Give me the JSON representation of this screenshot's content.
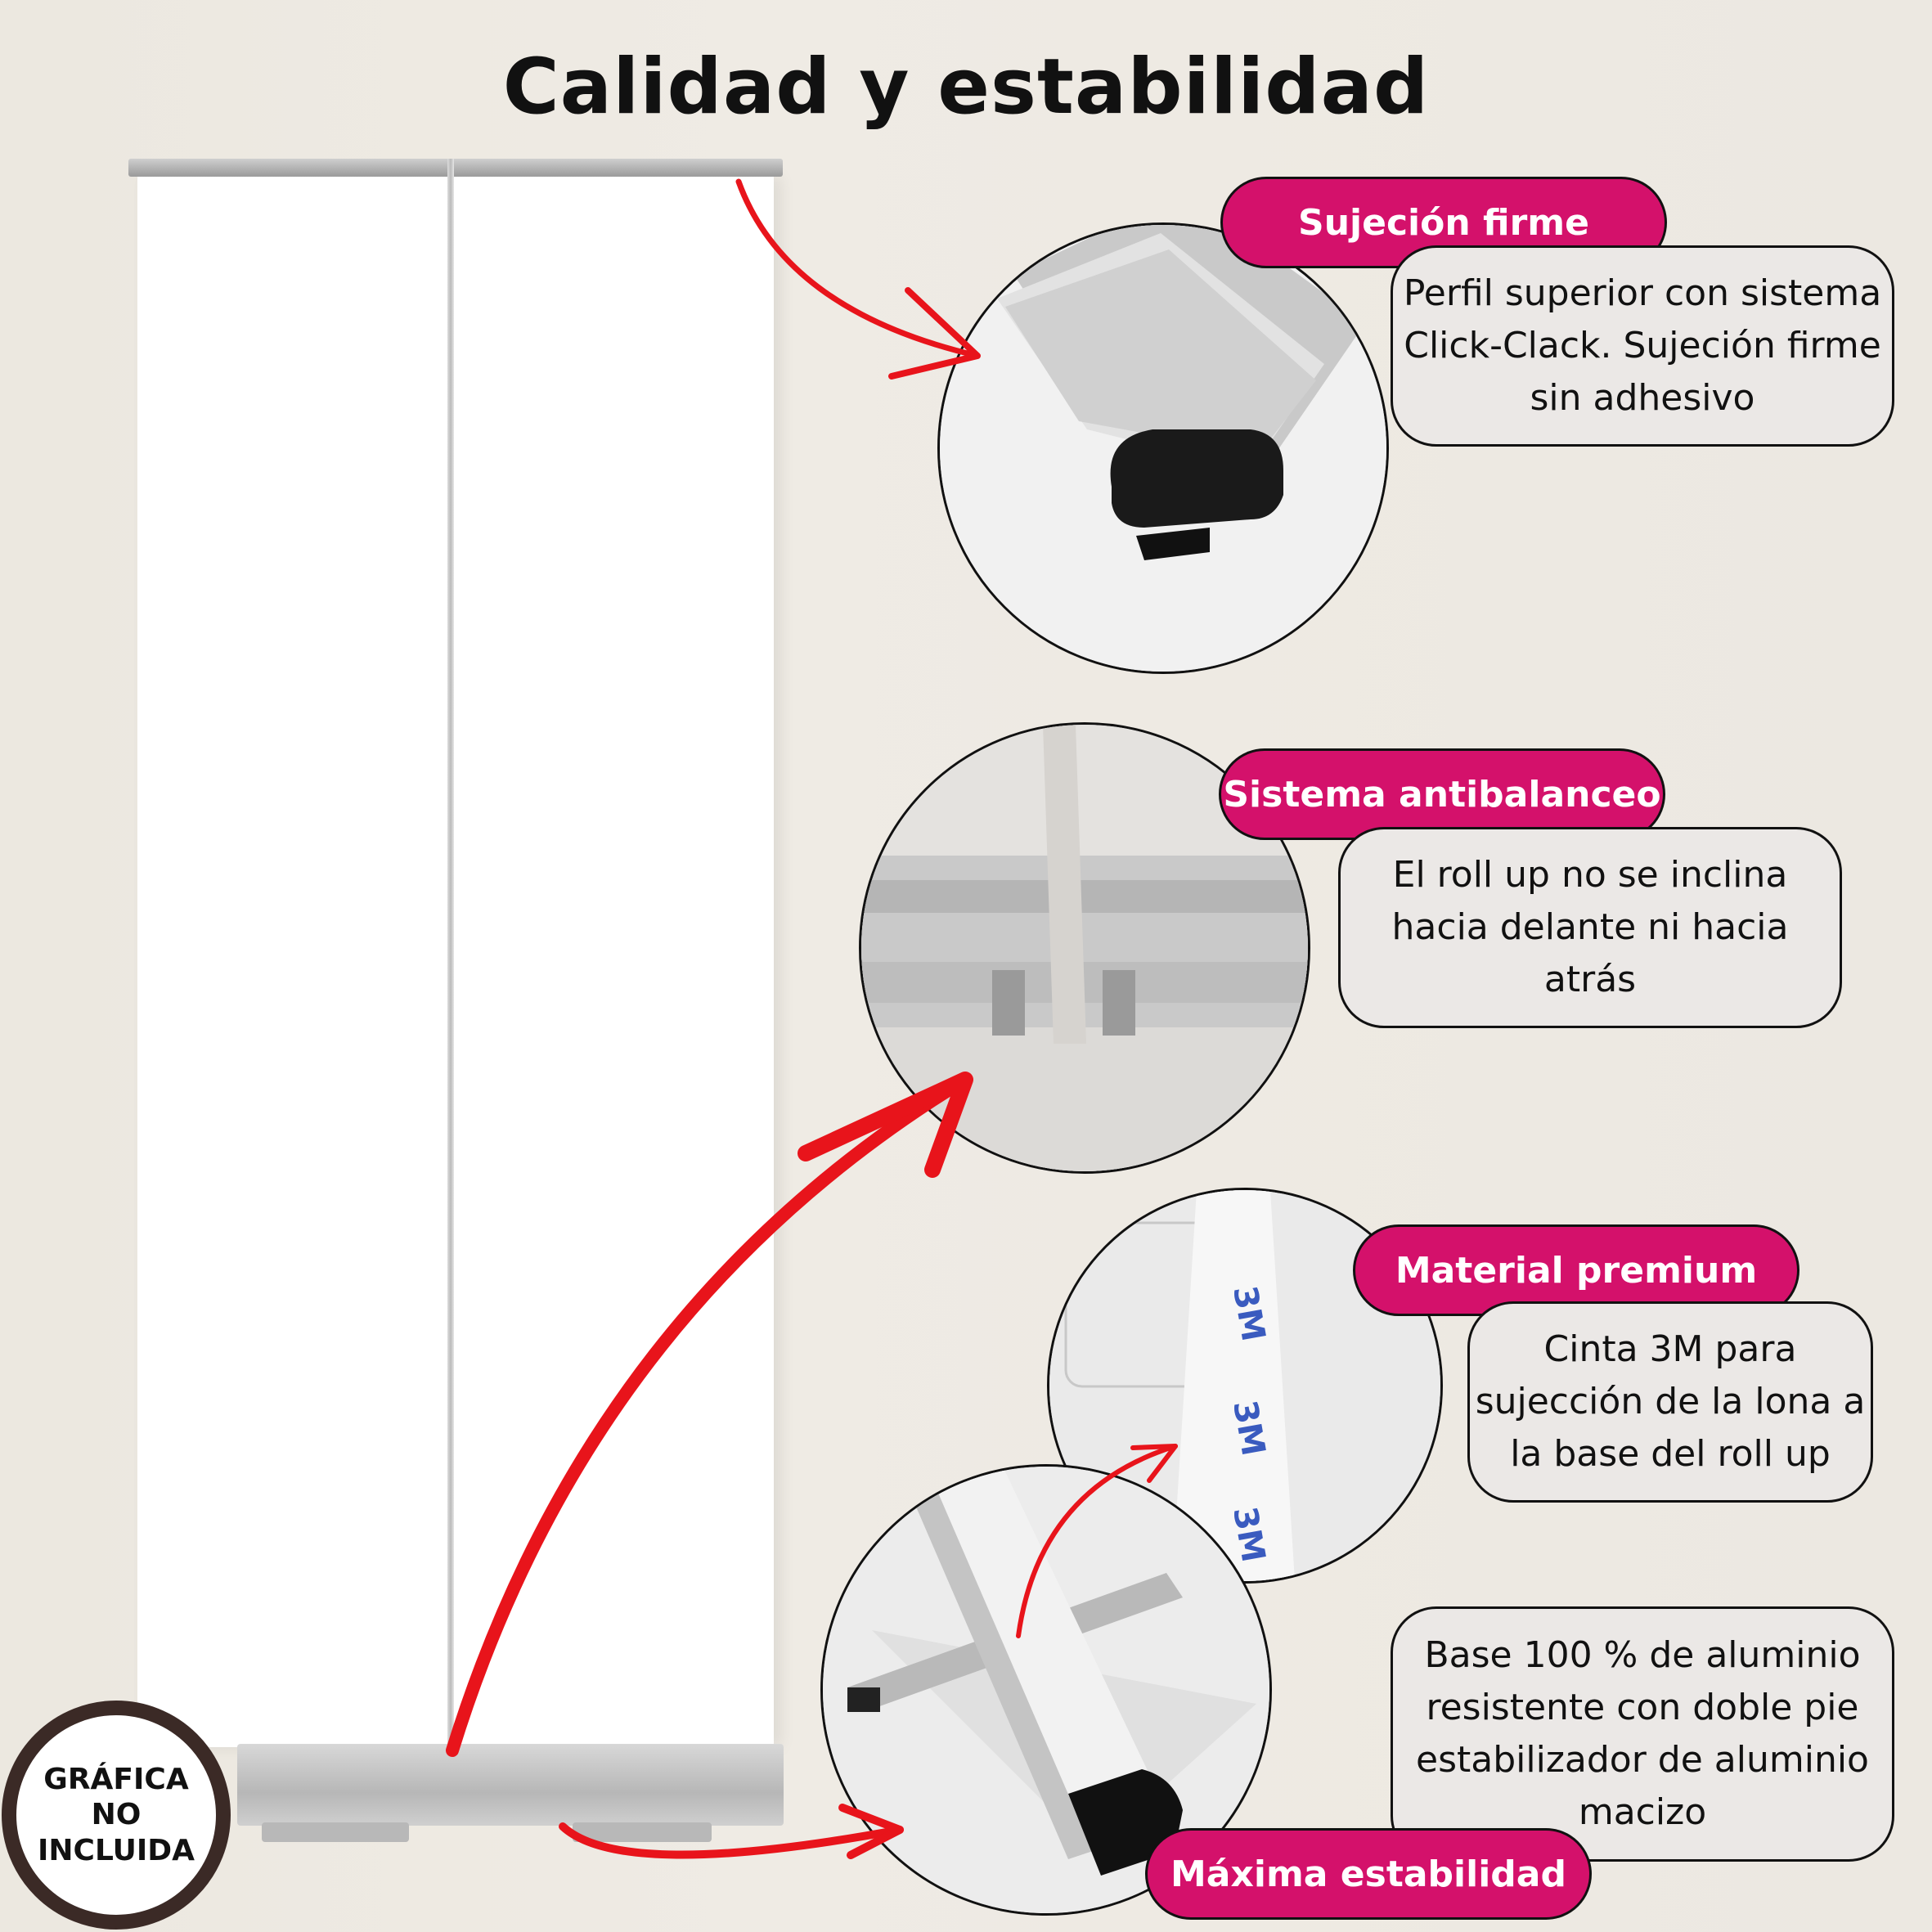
{
  "title": "Calidad y estabilidad",
  "features": [
    {
      "label": "Sujeción firme",
      "text": "Perfil superior con sistema\nClick-Clack. Sujeción firme\nsin adhesivo"
    },
    {
      "label": "Sistema antibalanceo",
      "text": "El roll up no se inclina\nhacia delante ni hacia\natrás"
    },
    {
      "label": "Material premium",
      "text": "Cinta 3M para\nsujección de la lona a\nla base del roll up"
    },
    {
      "label": "Máxima estabilidad",
      "text": "Base 100 % de aluminio\nresistente con doble pie\nestabilizador de aluminio\nmacizo"
    }
  ],
  "badge": "GRÁFICA\nNO\nINCLUIDA",
  "colors": {
    "accent": "#d4116b",
    "arrow": "#e8141b"
  }
}
